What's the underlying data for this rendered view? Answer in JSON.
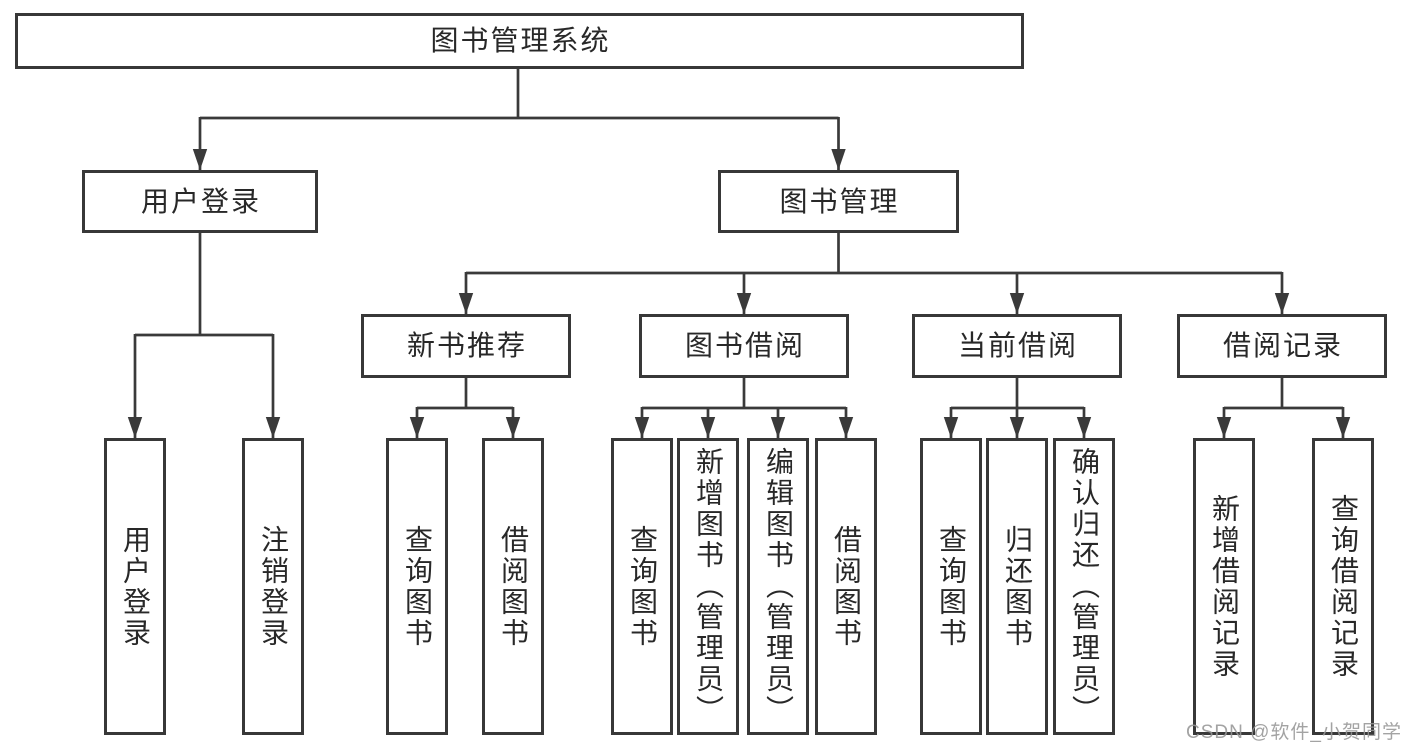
{
  "diagram": {
    "root": {
      "label": "图书管理系统"
    },
    "branches": [
      {
        "label": "用户登录",
        "children": [
          {
            "label": "用户登录"
          },
          {
            "label": "注销登录"
          }
        ]
      },
      {
        "label": "图书管理",
        "children": [
          {
            "label": "新书推荐",
            "children": [
              {
                "label": "查询图书"
              },
              {
                "label": "借阅图书"
              }
            ]
          },
          {
            "label": "图书借阅",
            "children": [
              {
                "label": "查询图书"
              },
              {
                "label": "新增图书（管理员）"
              },
              {
                "label": "编辑图书（管理员）"
              },
              {
                "label": "借阅图书"
              }
            ]
          },
          {
            "label": "当前借阅",
            "children": [
              {
                "label": "查询图书"
              },
              {
                "label": "归还图书"
              },
              {
                "label": "确认归还（管理员）"
              }
            ]
          },
          {
            "label": "借阅记录",
            "children": [
              {
                "label": "新增借阅记录"
              },
              {
                "label": "查询借阅记录"
              }
            ]
          }
        ]
      }
    ]
  },
  "watermark": {
    "text": "CSDN @软件_小贺同学"
  },
  "colors": {
    "line": "#3a3a3a",
    "border": "#383838",
    "text": "#282828",
    "background": "#ffffff",
    "watermark": "#969696"
  }
}
